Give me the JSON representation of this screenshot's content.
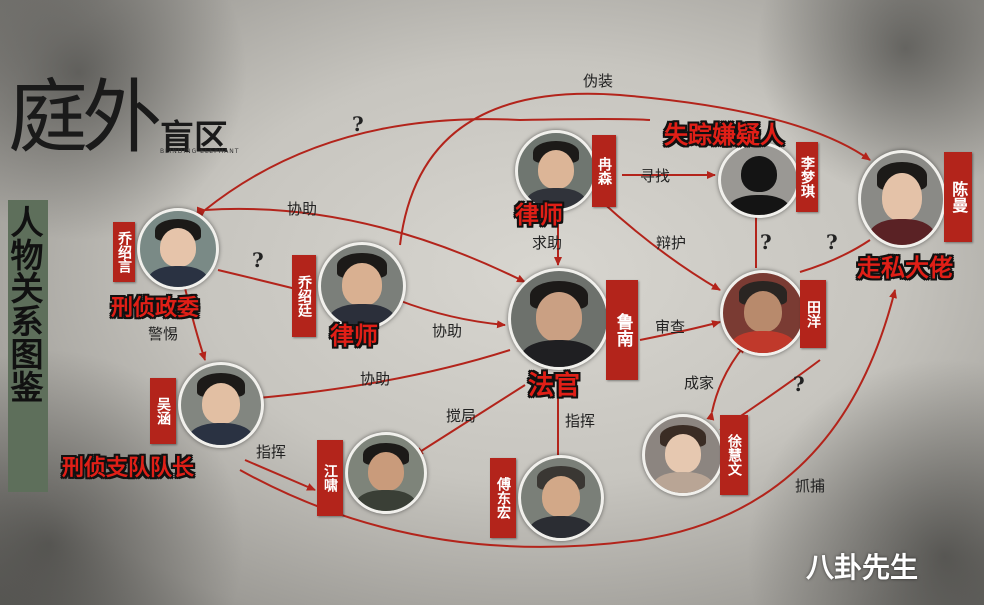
{
  "header": {
    "title_main": "庭外",
    "title_sub": "盲区",
    "title_sub_en": "BLINDING ELEPHANT",
    "side_label": "人物关系图鉴"
  },
  "characters": {
    "qiao_shaoyan": {
      "name": "乔绍言",
      "role": "刑侦政委"
    },
    "qiao_shaoting": {
      "name": "乔绍廷",
      "role": "律师"
    },
    "ran_sen": {
      "name": "冉森",
      "role": "律师"
    },
    "lu_nan": {
      "name": "鲁南",
      "role": "法官"
    },
    "li_mengqi": {
      "name": "李梦琪",
      "role": "失踪嫌疑人"
    },
    "chen_man": {
      "name": "陈曼",
      "role": "走私大佬"
    },
    "tian_yang": {
      "name": "田洋"
    },
    "wu_han": {
      "name": "吴涵",
      "role": "刑侦支队队长"
    },
    "jiang_xiao": {
      "name": "江啸"
    },
    "fu_donghong": {
      "name": "傅东宏"
    },
    "xu_huiwen": {
      "name": "徐慧文"
    }
  },
  "relations": {
    "weizhuang": "伪装",
    "xunzhao": "寻找",
    "xiezhu_1": "协助",
    "xiezhu_2": "协助",
    "xiezhu_3": "协助",
    "qiuzhu": "求助",
    "bianhu": "辩护",
    "jingti": "警惕",
    "shencha": "审查",
    "chengjia": "成家",
    "jiaoju": "搅局",
    "zhihui_1": "指挥",
    "zhihui_2": "指挥",
    "zhuabu": "抓捕",
    "question": "?"
  },
  "watermark": "八卦先生",
  "colors": {
    "name_box": "#b3241b",
    "role_text": "#e01f17",
    "edge": "#b3241b"
  }
}
